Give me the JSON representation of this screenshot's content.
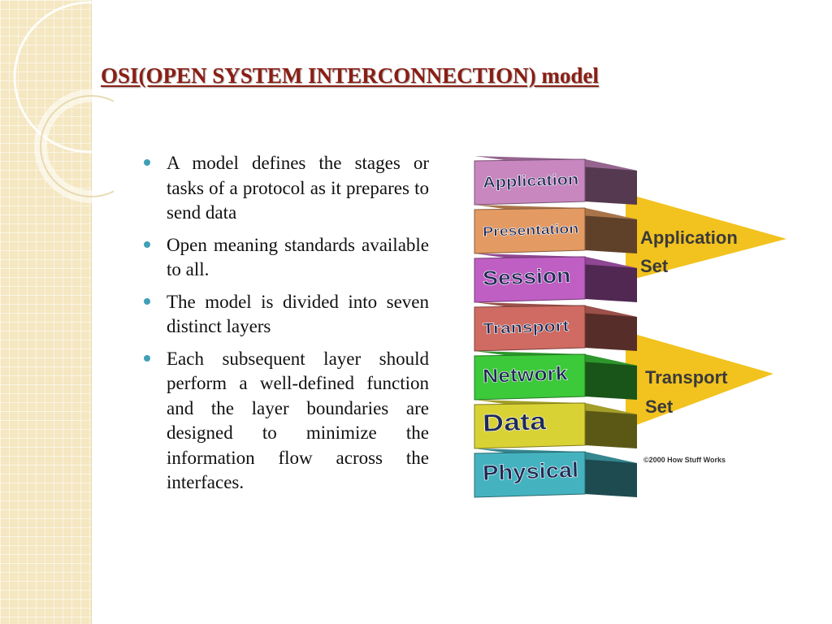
{
  "slide": {
    "title": "OSI(OPEN SYSTEM INTERCONNECTION) model",
    "bullets": [
      "A model defines the stages or tasks of a protocol as it prepares to send data",
      "Open meaning standards available to all.",
      "The model is divided into seven distinct layers",
      "Each subsequent layer should perform a well-defined function and the layer boundaries are designed to minimize the information flow across the interfaces."
    ],
    "bullet_color": "#3f9fb7",
    "title_color": "#8b1e14"
  },
  "diagram": {
    "layers": [
      {
        "label": "Application",
        "color": "#c887bf"
      },
      {
        "label": "Presentation",
        "color": "#e39a63"
      },
      {
        "label": "Session",
        "color": "#bf5fc3"
      },
      {
        "label": "Transport",
        "color": "#cf6b62"
      },
      {
        "label": "Network",
        "color": "#3cc93a"
      },
      {
        "label": "Data",
        "color": "#d9d234"
      },
      {
        "label": "Physical",
        "color": "#45b3bf"
      }
    ],
    "sets": [
      {
        "line1": "Application",
        "line2": "Set",
        "color": "#f2c21e"
      },
      {
        "line1": "Transport",
        "line2": "Set",
        "color": "#f2c21e"
      }
    ],
    "copyright": "©2000 How Stuff Works"
  }
}
